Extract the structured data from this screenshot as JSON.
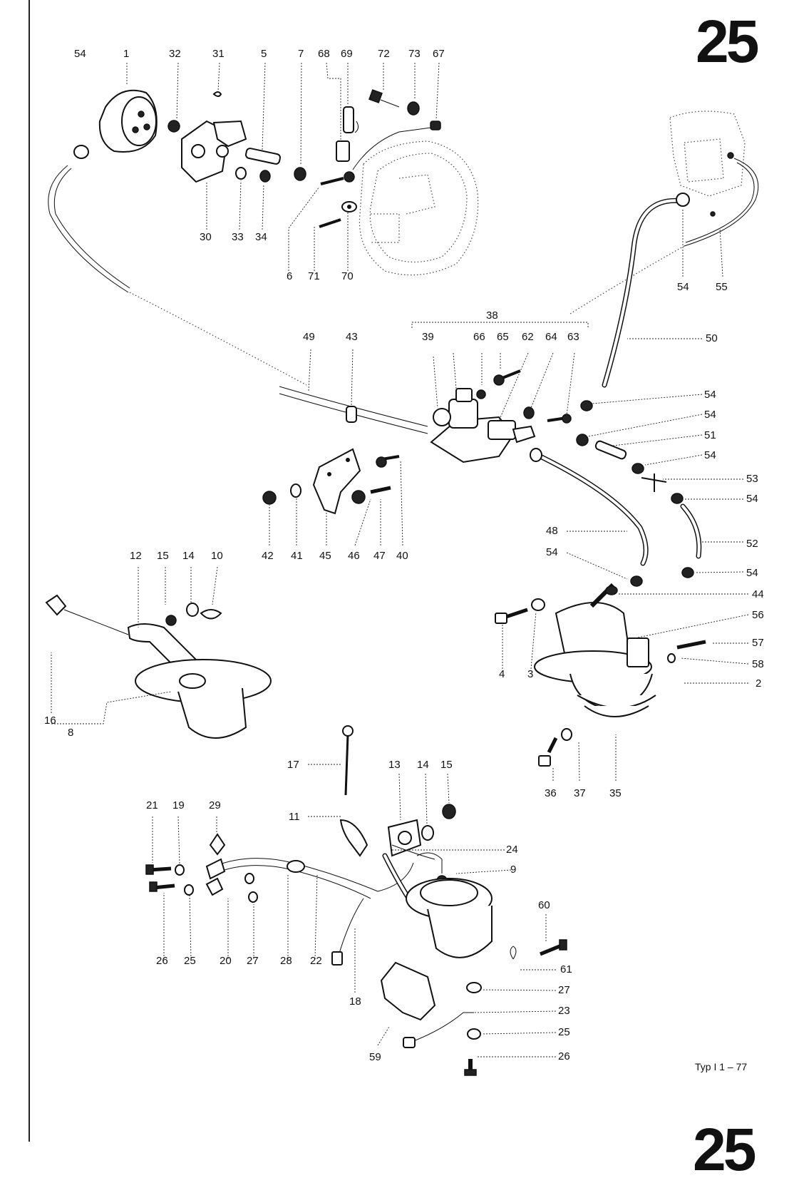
{
  "page": {
    "number": "25",
    "number_repeat": "25",
    "footer": "Typ I  1 – 77"
  },
  "callouts": {
    "c54a": "54",
    "c1": "1",
    "c32": "32",
    "c31": "31",
    "c5": "5",
    "c7": "7",
    "c68": "68",
    "c69": "69",
    "c72": "72",
    "c73": "73",
    "c67": "67",
    "c30": "30",
    "c33": "33",
    "c34": "34",
    "c6": "6",
    "c71": "71",
    "c70": "70",
    "c54b": "54",
    "c55": "55",
    "c38": "38",
    "c39": "39",
    "c66": "66",
    "c65": "65",
    "c62": "62",
    "c64": "64",
    "c63": "63",
    "c49": "49",
    "c43": "43",
    "c50": "50",
    "c54c": "54",
    "c54d": "54",
    "c51": "51",
    "c54e": "54",
    "c53": "53",
    "c54f": "54",
    "c52": "52",
    "c54g": "54",
    "c48": "48",
    "c54h": "54",
    "c42": "42",
    "c41": "41",
    "c45": "45",
    "c46": "46",
    "c47": "47",
    "c40": "40",
    "c12": "12",
    "c15a": "15",
    "c14a": "14",
    "c10": "10",
    "c16": "16",
    "c8": "8",
    "c44": "44",
    "c56": "56",
    "c57": "57",
    "c58": "58",
    "c2": "2",
    "c4": "4",
    "c3": "3",
    "c36": "36",
    "c37": "37",
    "c35": "35",
    "c17": "17",
    "c13": "13",
    "c14b": "14",
    "c15b": "15",
    "c11": "11",
    "c21": "21",
    "c19": "19",
    "c29": "29",
    "c24": "24",
    "c9": "9",
    "c26a": "26",
    "c25a": "25",
    "c20": "20",
    "c27a": "27",
    "c28": "28",
    "c22": "22",
    "c18": "18",
    "c60": "60",
    "c61": "61",
    "c27b": "27",
    "c23": "23",
    "c25b": "25",
    "c26b": "26",
    "c59": "59"
  },
  "colors": {
    "ink": "#111111",
    "paper": "#ffffff"
  }
}
